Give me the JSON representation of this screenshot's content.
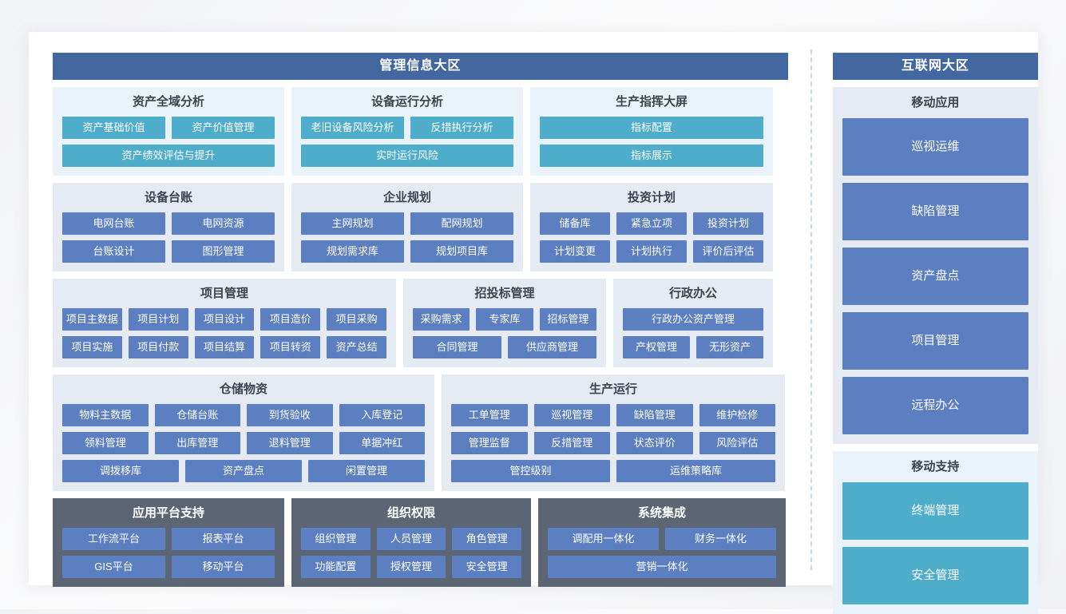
{
  "left_zone": {
    "header": "管理信息大区",
    "rows": [
      {
        "bands": [
          {
            "title": "资产全域分析",
            "style": "lightblue",
            "width": "w-asset",
            "btn_style": "cyan",
            "btn_rows": [
              [
                "资产基础价值",
                "资产价值管理"
              ],
              [
                "资产绩效评估与提升"
              ]
            ]
          },
          {
            "title": "设备运行分析",
            "style": "lightblue",
            "width": "w-equip",
            "btn_style": "cyan",
            "btn_rows": [
              [
                "老旧设备风险分析",
                "反措执行分析"
              ],
              [
                "实时运行风险"
              ]
            ]
          },
          {
            "title": "生产指挥大屏",
            "style": "lightblue",
            "width": "w-screen",
            "btn_style": "cyan",
            "btn_rows": [
              [
                "指标配置"
              ],
              [
                "指标展示"
              ]
            ]
          }
        ]
      },
      {
        "bands": [
          {
            "title": "设备台账",
            "style": "grayblue",
            "width": "w-ledger",
            "btn_style": "blue",
            "btn_rows": [
              [
                "电网台账",
                "电网资源"
              ],
              [
                "台账设计",
                "图形管理"
              ]
            ]
          },
          {
            "title": "企业规划",
            "style": "grayblue",
            "width": "w-plan",
            "btn_style": "blue",
            "btn_rows": [
              [
                "主网规划",
                "配网规划"
              ],
              [
                "规划需求库",
                "规划项目库"
              ]
            ]
          },
          {
            "title": "投资计划",
            "style": "grayblue",
            "width": "w-invest",
            "btn_style": "blue",
            "btn_rows": [
              [
                "储备库",
                "紧急立项",
                "投资计划"
              ],
              [
                "计划变更",
                "计划执行",
                "评价后评估"
              ]
            ]
          }
        ]
      },
      {
        "bands": [
          {
            "title": "项目管理",
            "style": "grayblue",
            "width": "w-project",
            "btn_style": "blue",
            "btn_rows": [
              [
                "项目主数据",
                "项目计划",
                "项目设计",
                "项目造价",
                "项目采购"
              ],
              [
                "项目实施",
                "项目付款",
                "项目结算",
                "项目转资",
                "资产总结"
              ]
            ]
          },
          {
            "title": "招投标管理",
            "style": "grayblue",
            "width": "w-bid",
            "btn_style": "blue",
            "btn_rows": [
              [
                "采购需求",
                "专家库",
                "招标管理"
              ],
              [
                "合同管理",
                "供应商管理"
              ]
            ]
          },
          {
            "title": "行政办公",
            "style": "grayblue",
            "width": "w-admin",
            "btn_style": "blue",
            "btn_rows": [
              [
                "行政办公资产管理"
              ],
              [
                "产权管理",
                "无形资产"
              ]
            ]
          }
        ]
      },
      {
        "bands": [
          {
            "title": "仓储物资",
            "style": "grayblue",
            "width": "w-storage",
            "btn_style": "blue",
            "btn_rows": [
              [
                "物料主数据",
                "仓储台账",
                "到货验收",
                "入库登记"
              ],
              [
                "领料管理",
                "出库管理",
                "退料管理",
                "单据冲红"
              ],
              [
                "调拨移库",
                "资产盘点",
                "闲置管理"
              ]
            ]
          },
          {
            "title": "生产运行",
            "style": "grayblue",
            "width": "w-prod",
            "btn_style": "blue",
            "btn_rows": [
              [
                "工单管理",
                "巡视管理",
                "缺陷管理",
                "维护检修"
              ],
              [
                "管理监督",
                "反措管理",
                "状态评价",
                "风险评估"
              ],
              [
                "管控级别",
                "运维策略库"
              ]
            ]
          }
        ]
      },
      {
        "bands": [
          {
            "title": "应用平台支持",
            "style": "dark",
            "width": "w-platform",
            "btn_style": "blue",
            "btn_rows": [
              [
                "工作流平台",
                "报表平台"
              ],
              [
                "GIS平台",
                "移动平台"
              ]
            ]
          },
          {
            "title": "组织权限",
            "style": "dark",
            "width": "w-org",
            "btn_style": "blue",
            "btn_rows": [
              [
                "组织管理",
                "人员管理",
                "角色管理"
              ],
              [
                "功能配置",
                "授权管理",
                "安全管理"
              ]
            ]
          },
          {
            "title": "系统集成",
            "style": "dark",
            "width": "w-sys",
            "btn_style": "blue",
            "btn_rows": [
              [
                "调配用一体化",
                "财务一体化"
              ],
              [
                "营销一体化"
              ]
            ]
          }
        ]
      }
    ]
  },
  "right_zone": {
    "header": "互联网大区",
    "panels": [
      {
        "title": "移动应用",
        "style": "",
        "btn_style": "blue",
        "tall": true,
        "items": [
          "巡视运维",
          "缺陷管理",
          "资产盘点",
          "项目管理",
          "远程办公"
        ]
      },
      {
        "title": "移动支持",
        "style": "support",
        "btn_style": "cyan",
        "tall": true,
        "items": [
          "终端管理",
          "安全管理"
        ]
      }
    ]
  },
  "colors": {
    "zone_header": "#43679f",
    "cyan_button": "#4fadcc",
    "blue_button": "#5b7fc0",
    "dark_band": "#5c6573",
    "light_band": "#eaf2fa",
    "gray_band": "#e6eaf2",
    "divider": "#ccd6e2"
  }
}
